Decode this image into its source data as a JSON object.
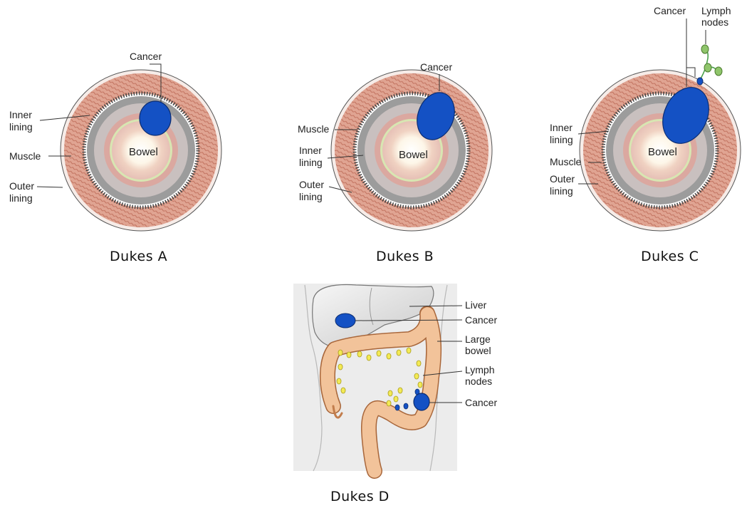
{
  "panels": {
    "a": {
      "caption": "Dukes A",
      "labels": {
        "cancer": "Cancer",
        "bowel": "Bowel",
        "inner_lining": [
          "Inner",
          "lining"
        ],
        "muscle": "Muscle",
        "outer_lining": [
          "Outer",
          "lining"
        ]
      }
    },
    "b": {
      "caption": "Dukes B",
      "labels": {
        "cancer": "Cancer",
        "bowel": "Bowel",
        "muscle": "Muscle",
        "inner_lining": [
          "Inner",
          "lining"
        ],
        "outer_lining": [
          "Outer",
          "lining"
        ]
      }
    },
    "c": {
      "caption": "Dukes C",
      "labels": {
        "cancer": "Cancer",
        "lymph_nodes": [
          "Lymph",
          "nodes"
        ],
        "bowel": "Bowel",
        "inner_lining": [
          "Inner",
          "lining"
        ],
        "muscle": "Muscle",
        "outer_lining": [
          "Outer",
          "lining"
        ]
      }
    },
    "d": {
      "caption": "Dukes D",
      "labels": {
        "liver": "Liver",
        "cancer_liver": "Cancer",
        "large_bowel": [
          "Large",
          "bowel"
        ],
        "lymph_nodes": [
          "Lymph",
          "nodes"
        ],
        "cancer_bowel": "Cancer"
      }
    }
  },
  "colors": {
    "muscle": "#e0a492",
    "muscle_stripe": "#b8614d",
    "inner_lining": "#9a9a9a",
    "lumen": "#fff9ec",
    "cancer": "#1451c4",
    "lymph_node": "#8fc56b",
    "liver": "#dcdcdc",
    "colon": "#f2c39a",
    "abdomen": "#ececec",
    "node_yellow": "#f3ea55"
  }
}
